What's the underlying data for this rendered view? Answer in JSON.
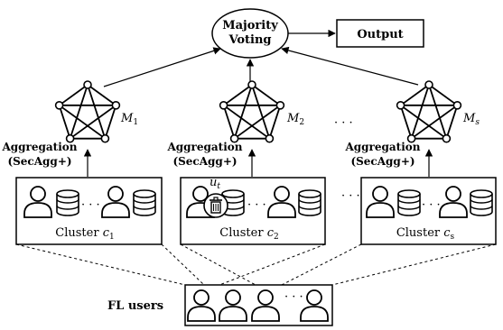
{
  "top": {
    "voting_line1": "Majority",
    "voting_line2": "Voting",
    "output": "Output"
  },
  "clusters": [
    {
      "model": "M",
      "model_sub": "1",
      "agg_line1": "Aggregation",
      "agg_line2": "(SecAgg+)",
      "label": "Cluster ",
      "label_var": "c",
      "label_sub": "1"
    },
    {
      "model": "M",
      "model_sub": "2",
      "agg_line1": "Aggregation",
      "agg_line2": "(SecAgg+)",
      "label": "Cluster ",
      "label_var": "c",
      "label_sub": "2"
    },
    {
      "model": "M",
      "model_sub": "s",
      "agg_line1": "Aggregation",
      "agg_line2": "(SecAgg+)",
      "label": "Cluster ",
      "label_var": "c",
      "label_sub": "s"
    }
  ],
  "unlearn_user": {
    "var": "u",
    "sub": "t"
  },
  "ellipsis": "· · ·",
  "ellipsis_small": "· · ·",
  "fl_users_label": "FL users",
  "icons": [
    "user-icon",
    "database-icon",
    "trash-icon",
    "network-icon"
  ]
}
